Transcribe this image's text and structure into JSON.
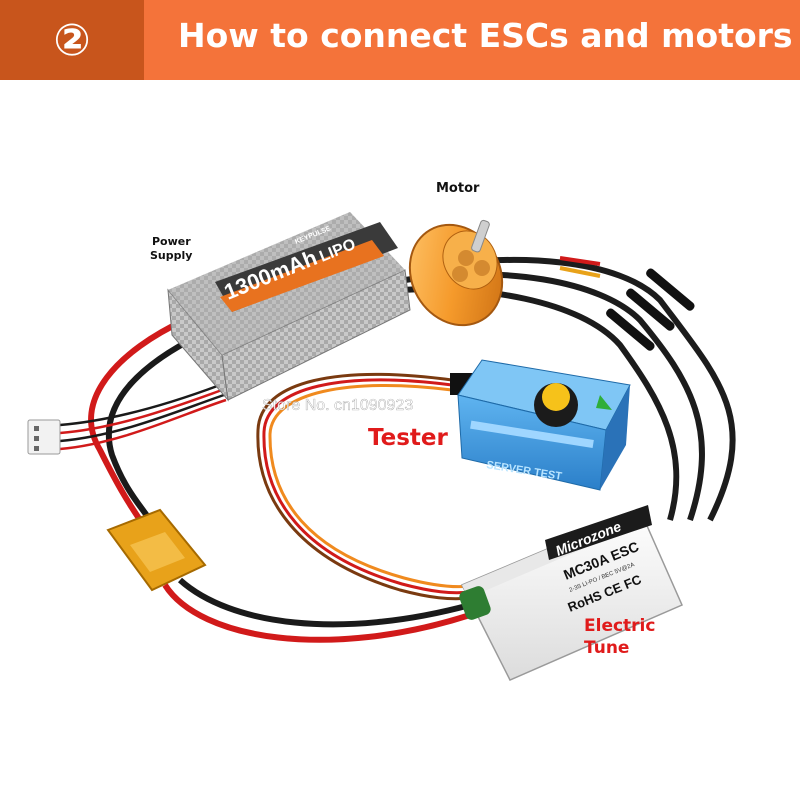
{
  "header": {
    "step_number": "②",
    "title": "How to connect ESCs and motors"
  },
  "labels": {
    "motor": "Motor",
    "power_supply_line1": "Power",
    "power_supply_line2": "Supply",
    "tester": "Tester",
    "electric_tune_line1": "Electric",
    "electric_tune_line2": "Tune"
  },
  "battery_print": {
    "brand": "KEYPULSE",
    "capacity": "1300mAh",
    "type": "LIPO"
  },
  "esc_print": {
    "brand": "Microzone",
    "model": "MC30A ESC",
    "spec": "2-3S LI-PO / BEC 5V@2A",
    "certs": "RoHS CE FC"
  },
  "tester_print": {
    "name": "SERVER TEST"
  },
  "watermark": "Store No. cn1090923",
  "colors": {
    "header_bg": "#f4733a",
    "badge_bg": "#c8551c",
    "tester_label": "#e01b1b",
    "electric_tune_label": "#e01b1b"
  }
}
